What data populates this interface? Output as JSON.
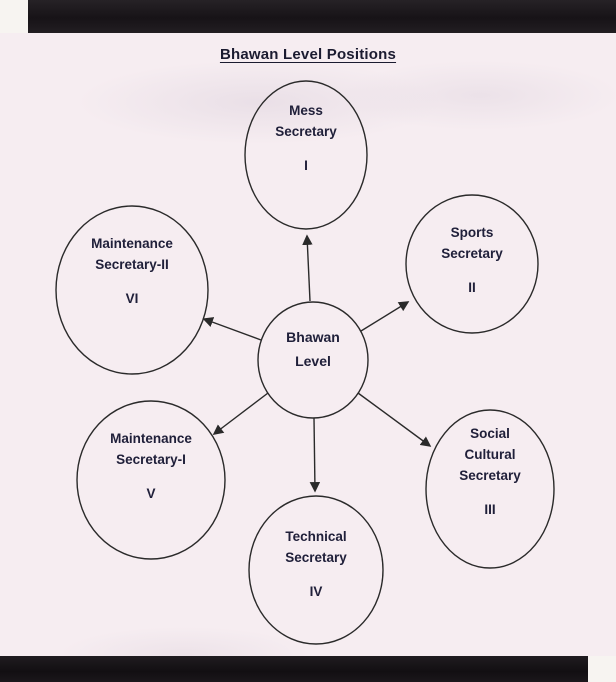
{
  "page": {
    "title": "Bhawan Level Positions"
  },
  "diagram": {
    "type": "radial-org-chart",
    "ink_color": "#2a2a2a",
    "text_color": "#20203a",
    "paper_color": "#f6edf1",
    "center": {
      "lines": [
        "Bhawan",
        "Level"
      ]
    },
    "nodes": [
      {
        "id": "mess-secretary",
        "position": "top",
        "lines": [
          "Mess",
          "Secretary"
        ],
        "numeral": "I"
      },
      {
        "id": "sports-secretary",
        "position": "top-right",
        "lines": [
          "Sports",
          "Secretary"
        ],
        "numeral": "II"
      },
      {
        "id": "social-cultural-secretary",
        "position": "bottom-right",
        "lines": [
          "Social",
          "Cultural",
          "Secretary"
        ],
        "numeral": "III"
      },
      {
        "id": "technical-secretary",
        "position": "bottom",
        "lines": [
          "Technical",
          "Secretary"
        ],
        "numeral": "IV"
      },
      {
        "id": "maintenance-secretary-1",
        "position": "bottom-left",
        "lines": [
          "Maintenance",
          "Secretary-I"
        ],
        "numeral": "V"
      },
      {
        "id": "maintenance-secretary-2",
        "position": "top-left",
        "lines": [
          "Maintenance",
          "Secretary-II"
        ],
        "numeral": "VI"
      }
    ]
  }
}
